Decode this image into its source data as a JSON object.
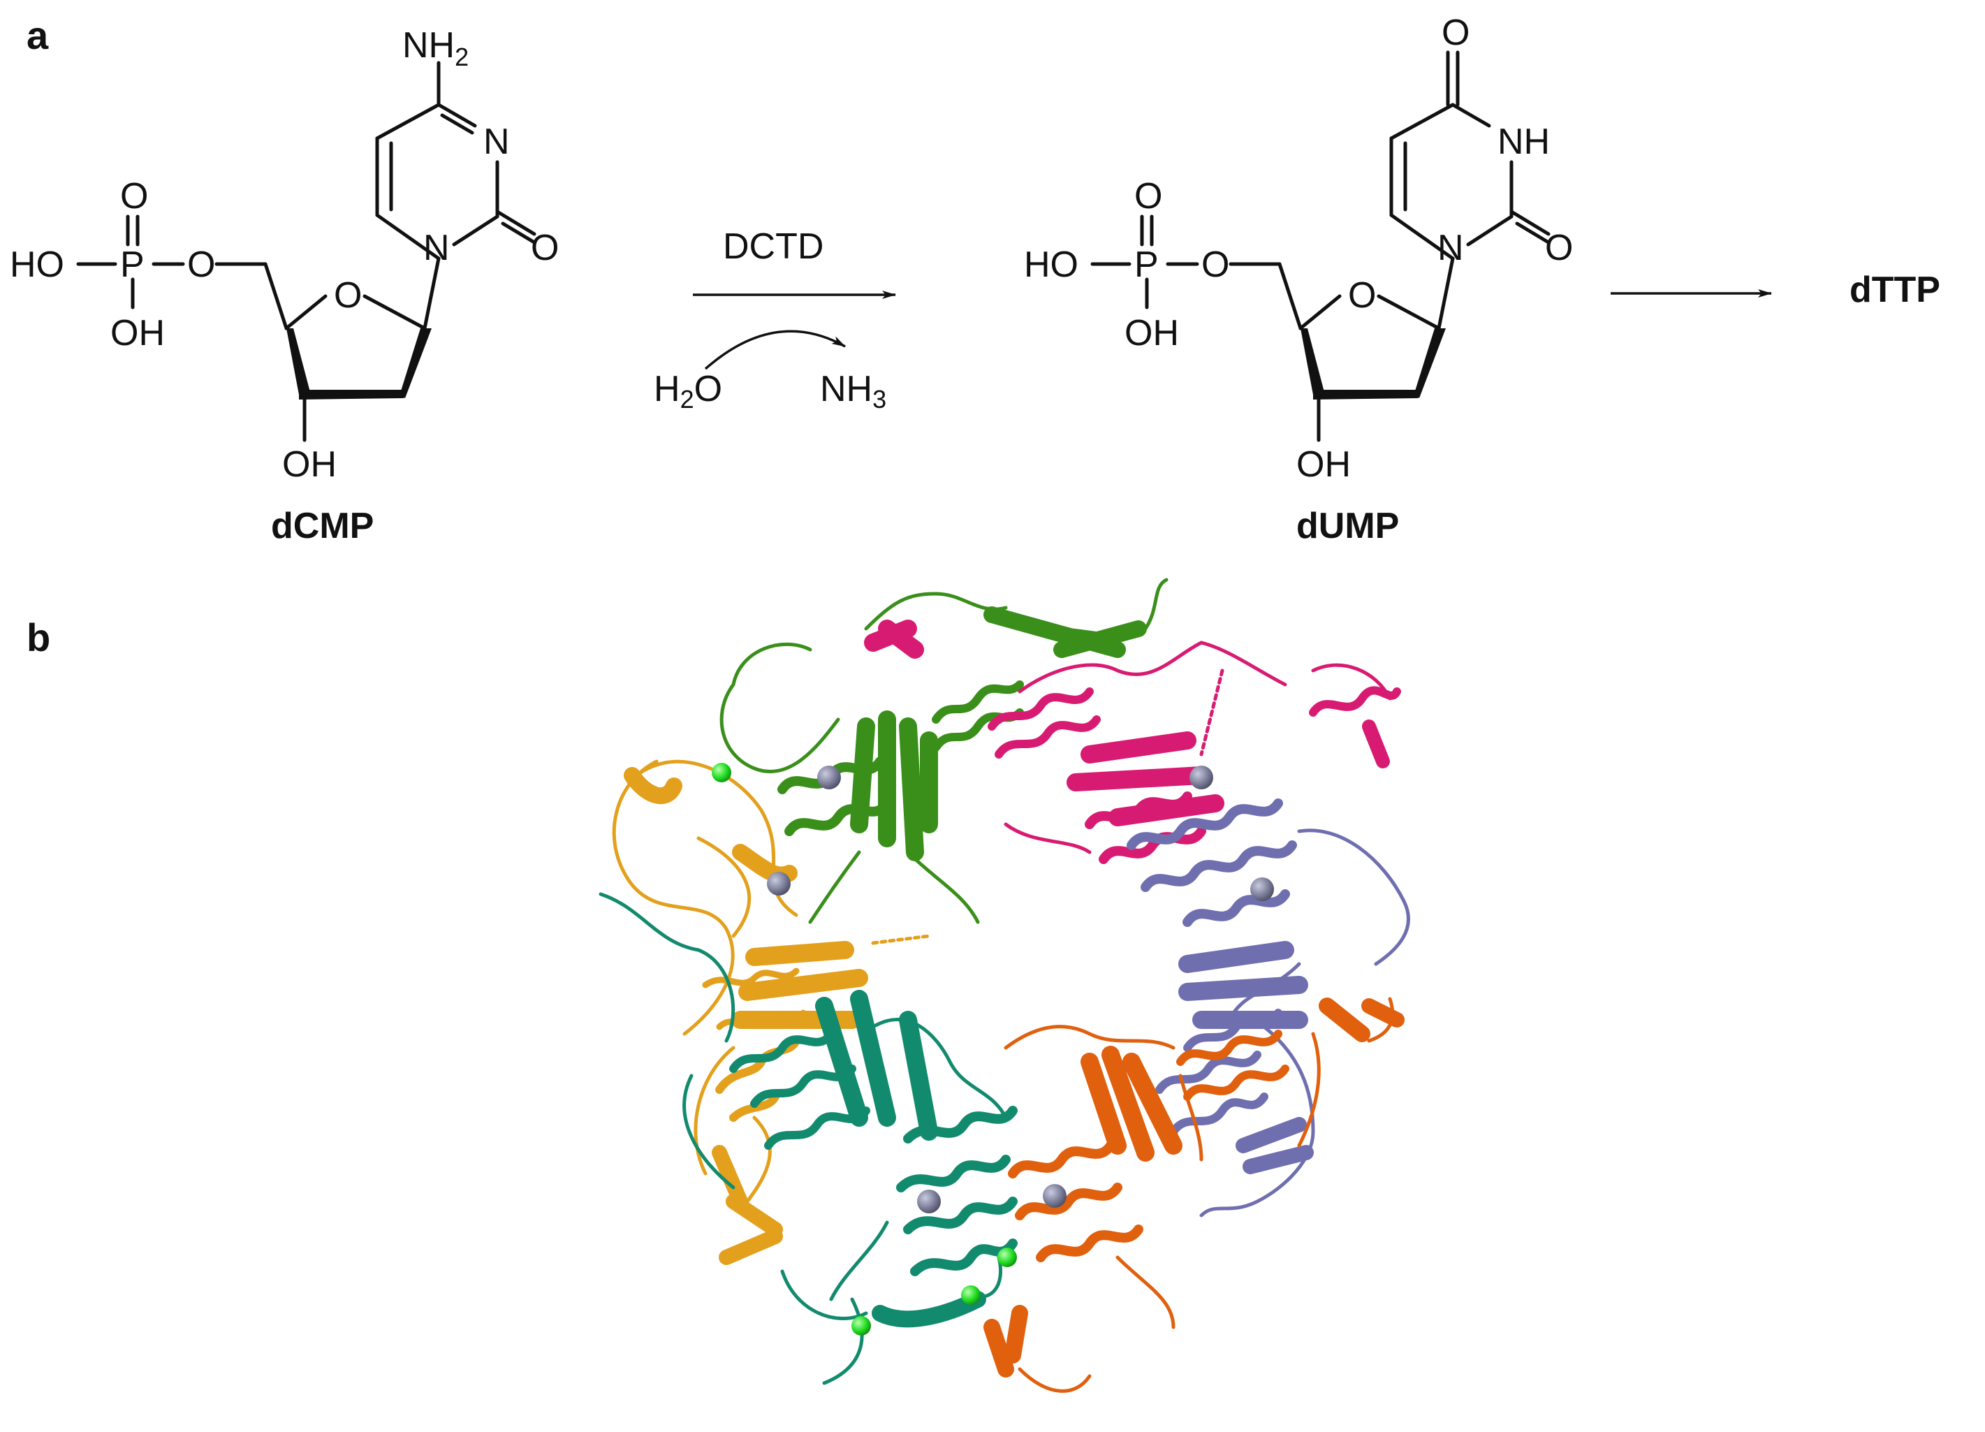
{
  "panels": {
    "a": "a",
    "b": "b"
  },
  "dcmp": {
    "name": "dCMP",
    "atoms": {
      "nh2": "NH",
      "nh2_sub": "2",
      "n3": "N",
      "o2": "O",
      "n1": "N",
      "ring_o": "O",
      "oh3": "OH",
      "p": "P",
      "p_o_top": "O",
      "p_ho": "HO",
      "p_oh": "OH",
      "p_o_ester": "O"
    }
  },
  "dump": {
    "name": "dUMP",
    "atoms": {
      "o4": "O",
      "nh": "NH",
      "o2": "O",
      "n1": "N",
      "ring_o": "O",
      "oh3": "OH",
      "p": "P",
      "p_o_top": "O",
      "p_ho": "HO",
      "p_oh": "OH",
      "p_o_ester": "O"
    }
  },
  "reaction": {
    "enzyme": "DCTD",
    "reactant_h2o": "H",
    "reactant_h2o_sub": "2",
    "reactant_h2o_tail": "O",
    "product_nh3": "NH",
    "product_nh3_sub": "3",
    "final_product": "dTTP"
  },
  "structure": {
    "chain_colors": {
      "green": "#3a8f1a",
      "magenta": "#d81b72",
      "slate": "#6f6fb0",
      "orange": "#e0600e",
      "teal": "#128a6e",
      "gold": "#e3a01c"
    },
    "ion_colors": {
      "grey_sphere": "#7d7f9a",
      "green_sphere": "#22dd22"
    }
  }
}
